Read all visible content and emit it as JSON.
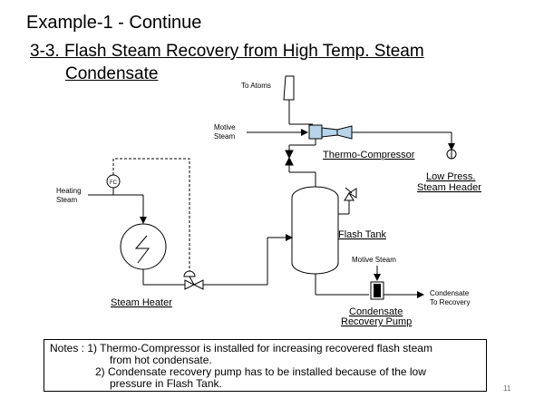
{
  "slide": {
    "title": "Example-1 - Continue",
    "subtitle_line1": "3-3. Flash Steam Recovery from High Temp. Steam",
    "subtitle_line2": "Condensate",
    "page_number": "11"
  },
  "diagram": {
    "to_atoms": "To Atoms",
    "motive_steam_top_1": "Motive",
    "motive_steam_top_2": "Steam",
    "thermo_compressor": "Thermo-Compressor",
    "low_press_1": "Low Press.",
    "low_press_2": "Steam Header",
    "heating_steam_1": "Heating",
    "heating_steam_2": "Steam",
    "fc": "FC",
    "flash_tank": "Flash Tank",
    "motive_steam_pump": "Motive Steam",
    "condensate_out_1": "Condensate",
    "condensate_out_2": "To Recovery",
    "steam_heater": "Steam Heater",
    "pump_1": "Condensate",
    "pump_2": "Recovery Pump"
  },
  "notes": {
    "line1": "Notes :  1) Thermo-Compressor is installed for increasing recovered flash steam",
    "line2": "from hot condensate.",
    "line3": "2) Condensate recovery pump has to be installed because of the low",
    "line4": "pressure in Flash Tank."
  },
  "colors": {
    "line": "#000000",
    "compressor_fill": "#b8d4ea"
  }
}
